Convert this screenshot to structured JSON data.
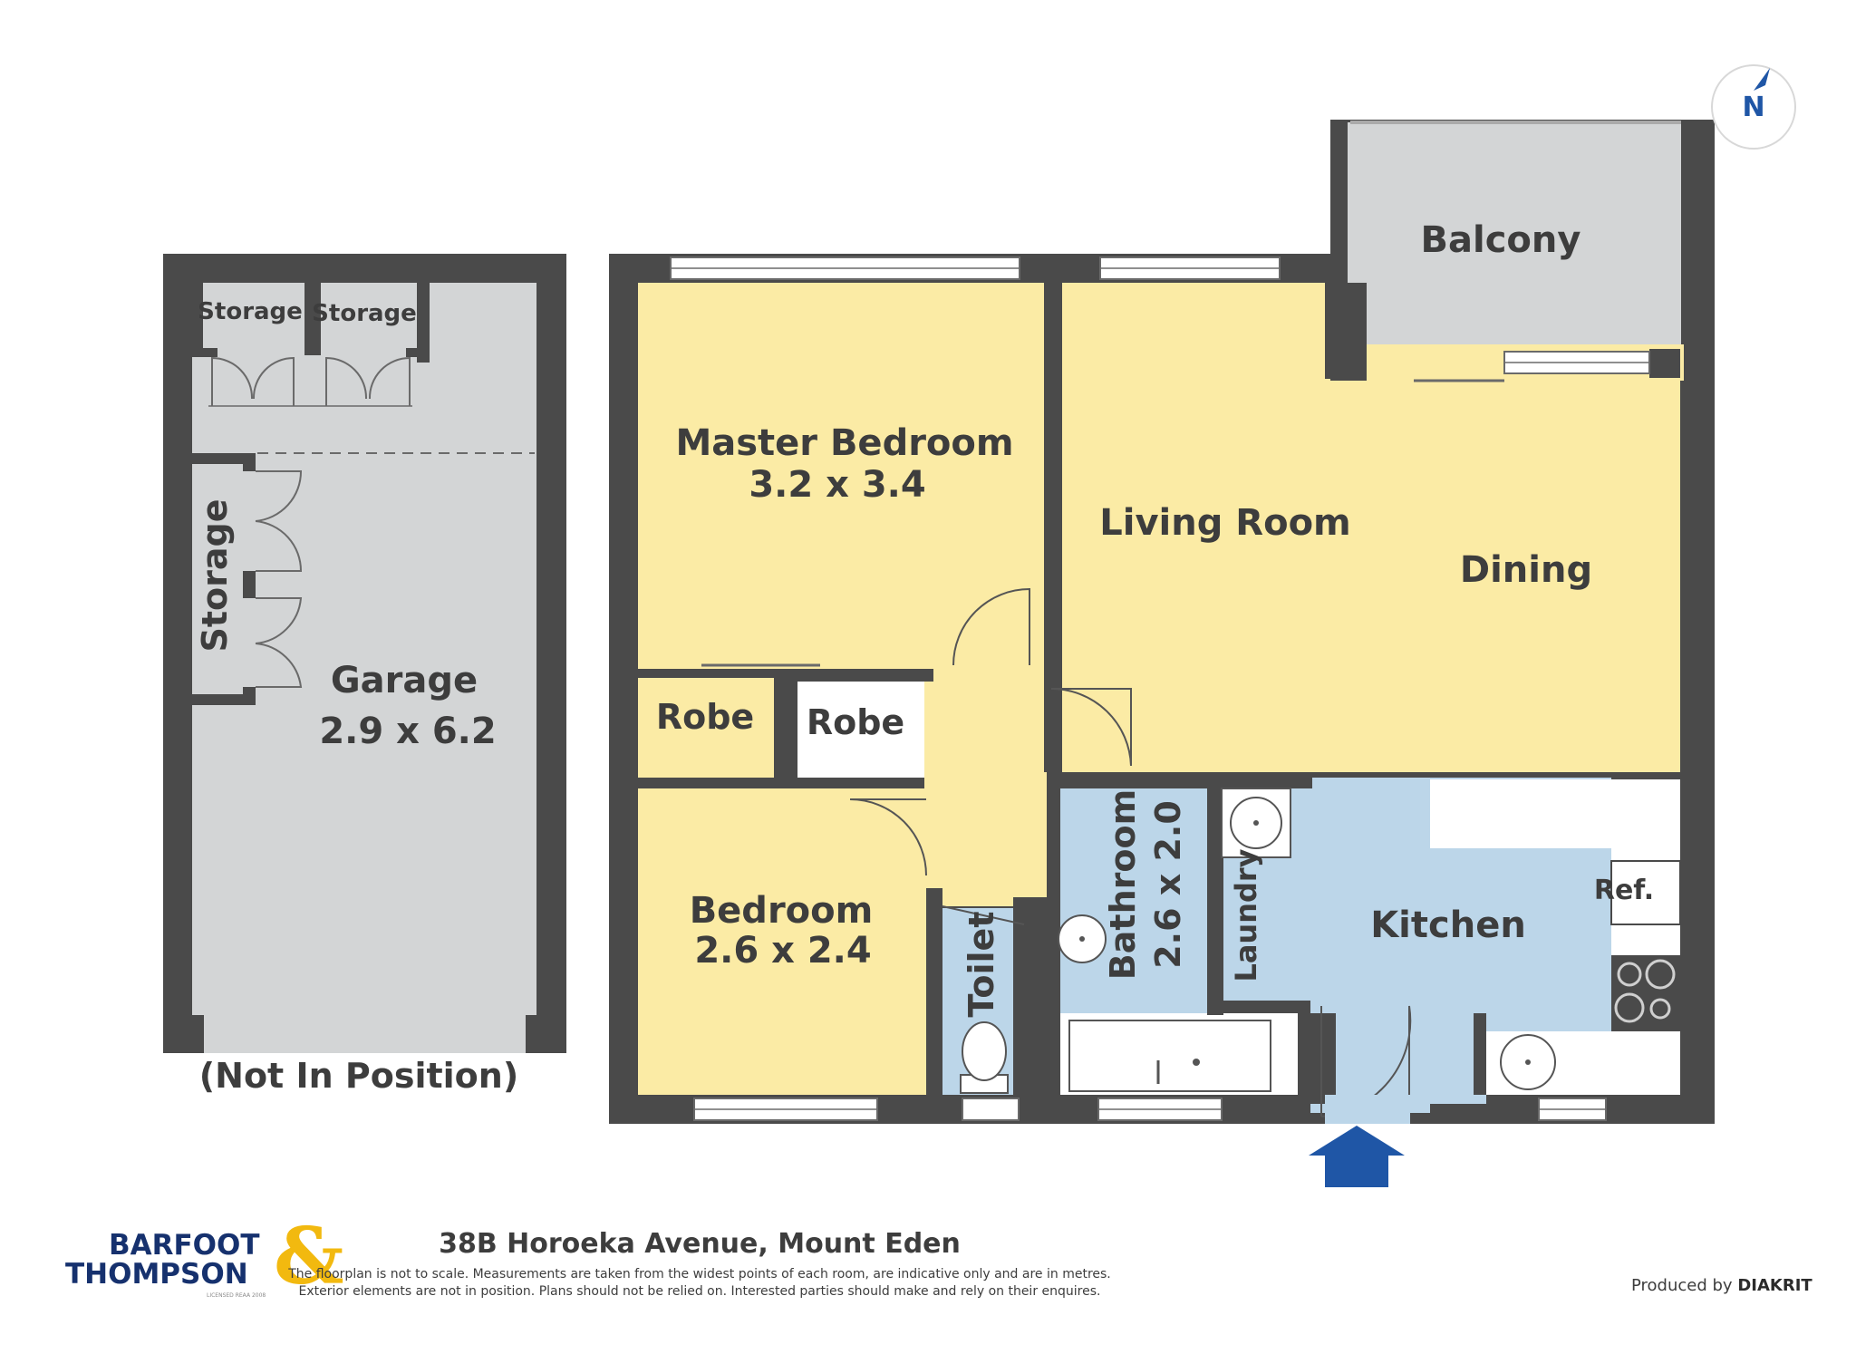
{
  "rooms": {
    "master_bedroom": {
      "name": "Master Bedroom",
      "size": "3.2 x 3.4"
    },
    "living_room": {
      "name": "Living Room"
    },
    "dining": {
      "name": "Dining"
    },
    "balcony": {
      "name": "Balcony"
    },
    "robe_1": {
      "name": "Robe"
    },
    "robe_2": {
      "name": "Robe"
    },
    "bedroom": {
      "name": "Bedroom",
      "size": "2.6 x 2.4"
    },
    "toilet": {
      "name": "Toilet"
    },
    "bathroom": {
      "name": "Bathroom",
      "size": "2.6 x 2.0"
    },
    "laundry": {
      "name": "Laundry"
    },
    "kitchen": {
      "name": "Kitchen"
    },
    "ref": {
      "name": "Ref."
    },
    "garage": {
      "name": "Garage",
      "size": "2.9 x 6.2"
    },
    "storage_1": {
      "name": "Storage"
    },
    "storage_2": {
      "name": "Storage"
    },
    "storage_3": {
      "name": "Storage"
    }
  },
  "garage_note": "(Not In Position)",
  "compass": {
    "label": "N"
  },
  "address": "38B Horoeka Avenue, Mount Eden",
  "disclaimer": {
    "line1": "The floorplan is not to scale. Measurements are taken from the widest points of each room, are indicative only and are in metres.",
    "line2": "Exterior elements are not in position. Plans should not be relied on. Interested parties should make and rely on their enquires."
  },
  "logo": {
    "line1": "BARFOOT",
    "ampersand": "&",
    "line2": "THOMPSON",
    "licence": "LICENSED REAA 2008"
  },
  "produced_by": {
    "prefix": "Produced by",
    "brand": "DIAKRIT"
  },
  "colors": {
    "wall": "#4a4a4a",
    "yellow_room": "#fbeba5",
    "blue_room": "#bcd6e9",
    "grey_room": "#d3d5d6",
    "entry_arrow": "#1f56a6",
    "logo_blue": "#16316e",
    "logo_gold": "#f2b90f"
  }
}
